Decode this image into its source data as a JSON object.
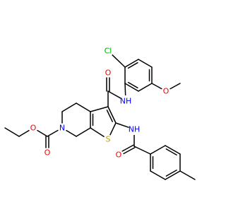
{
  "colors": {
    "bond": "#000000",
    "C": "#000000",
    "N": "#0000ff",
    "O": "#ff0000",
    "S": "#c8a000",
    "Cl": "#00b000"
  },
  "molecule": {
    "atoms": [
      {
        "id": "Cl1",
        "label": "Cl",
        "element": "Cl"
      },
      {
        "id": "O_ether",
        "label": "O",
        "element": "O"
      },
      {
        "id": "O_amide1",
        "label": "O",
        "element": "O"
      },
      {
        "id": "N_amide1",
        "label": "NH",
        "element": "N"
      },
      {
        "id": "N_amide2",
        "label": "NH",
        "element": "N"
      },
      {
        "id": "S1",
        "label": "S",
        "element": "S"
      },
      {
        "id": "O_amide2",
        "label": "O",
        "element": "O"
      },
      {
        "id": "N_ring",
        "label": "N",
        "element": "N"
      },
      {
        "id": "O_carbonyl",
        "label": "O",
        "element": "O"
      },
      {
        "id": "O_ester",
        "label": "O",
        "element": "O"
      }
    ]
  }
}
